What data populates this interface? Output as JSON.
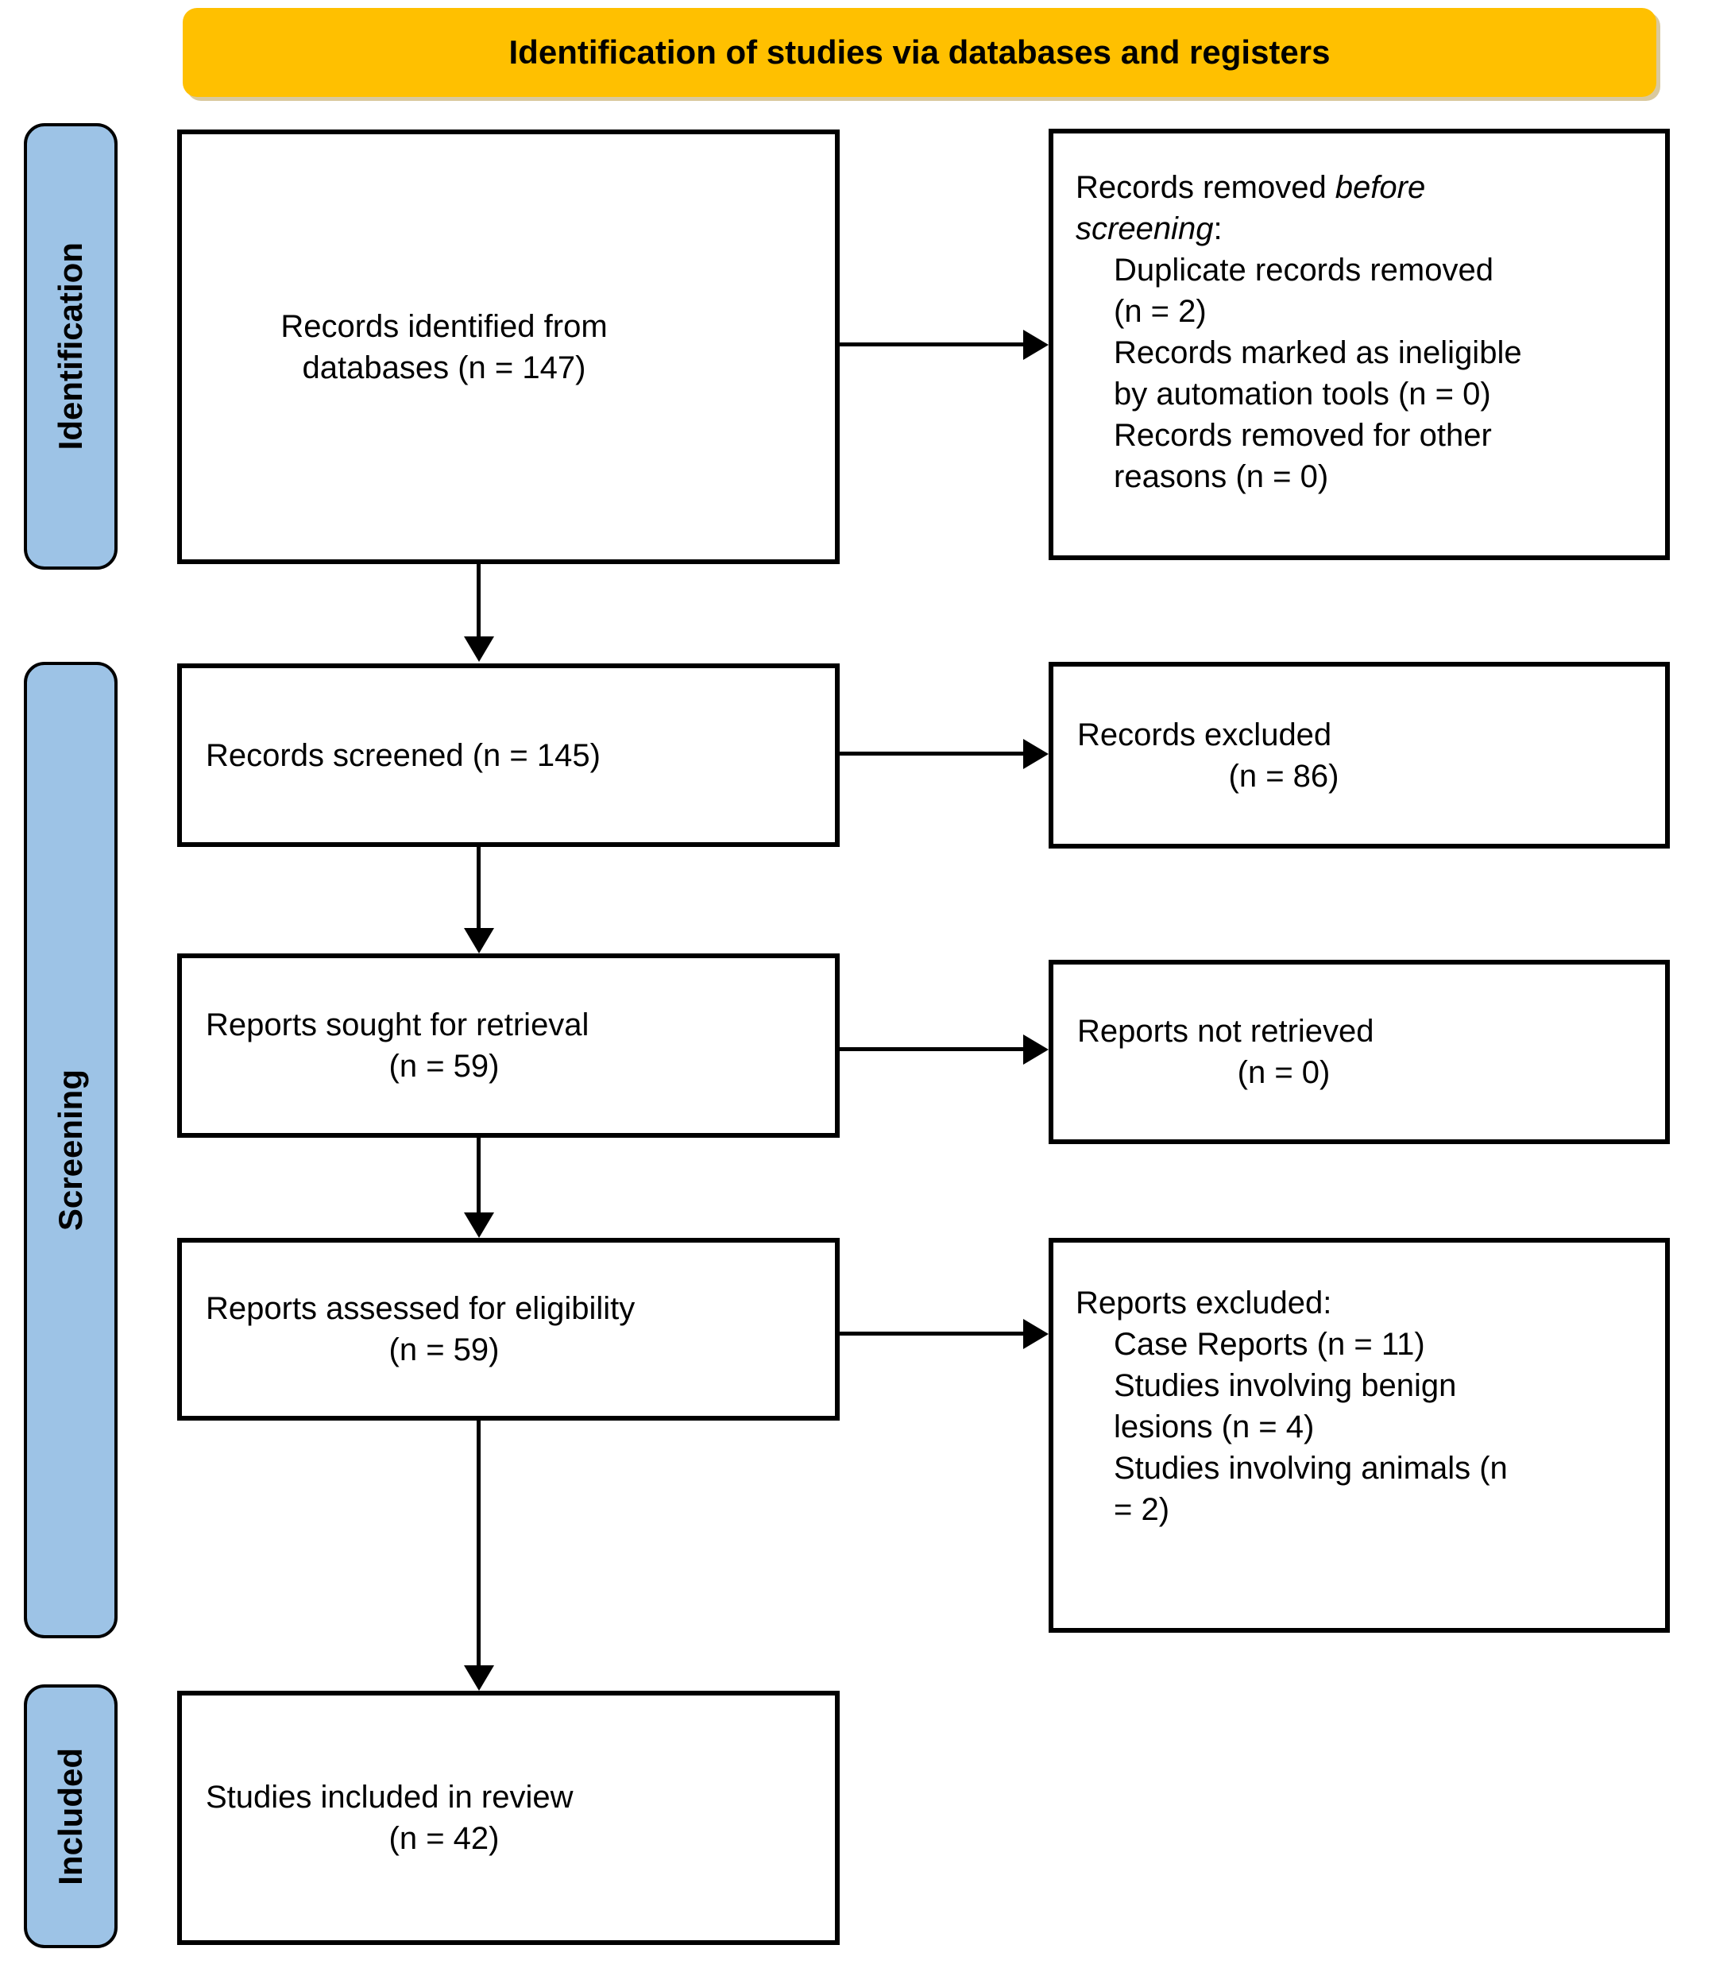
{
  "banner": {
    "title": "Identification of studies via databases and registers"
  },
  "stages": {
    "identification": "Identification",
    "screening": "Screening",
    "included": "Included"
  },
  "boxes": {
    "identified": {
      "line1": "Records identified from",
      "line2": "databases (n = 147)"
    },
    "removed": {
      "heading_normal": "Records removed ",
      "heading_italic_1": "before",
      "heading_italic_2": "screening",
      "heading_colon": ":",
      "items": [
        "Duplicate records removed",
        "(n = 2)",
        "Records marked as ineligible",
        "by automation tools (n = 0)",
        "Records removed for other",
        "reasons (n = 0)"
      ]
    },
    "screened": {
      "line1": "Records screened (n = 145)"
    },
    "records_excluded": {
      "line1": "Records excluded",
      "line2": "(n = 86)"
    },
    "sought": {
      "line1": "Reports sought for retrieval",
      "line2": "(n = 59)"
    },
    "not_retrieved": {
      "line1": "Reports not retrieved",
      "line2": "(n = 0)"
    },
    "assessed": {
      "line1": "Reports assessed for eligibility",
      "line2": "(n = 59)"
    },
    "reports_excluded": {
      "heading": "Reports excluded:",
      "items": [
        "Case Reports (n = 11)",
        "Studies involving benign",
        "lesions (n = 4)",
        "Studies involving animals (n",
        "= 2)"
      ]
    },
    "included": {
      "line1": "Studies included in review",
      "line2": "(n = 42)"
    }
  },
  "colors": {
    "banner_bg": "#FFC000",
    "stage_bg": "#9DC3E6",
    "line": "#000000"
  }
}
